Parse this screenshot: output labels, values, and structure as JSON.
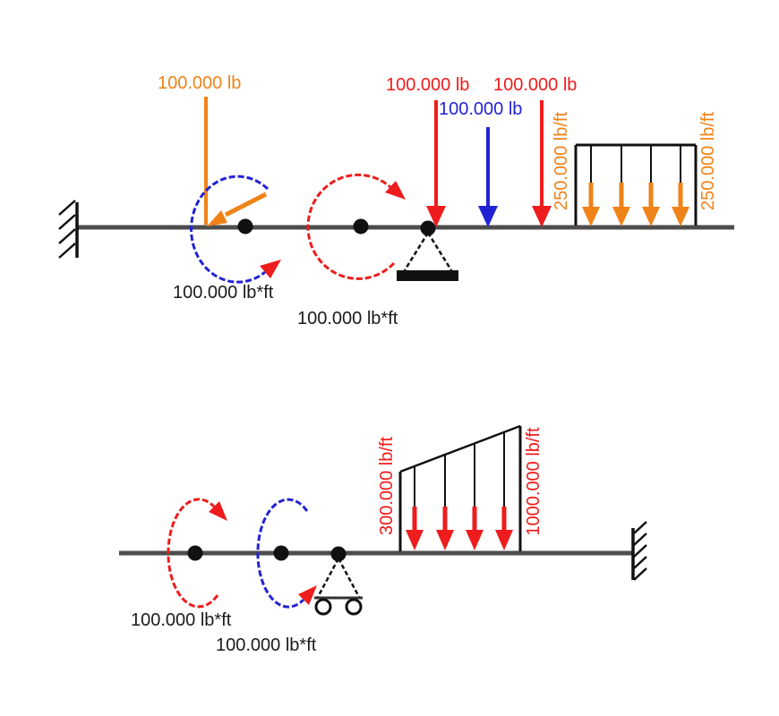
{
  "colors": {
    "orange": "#ef8318",
    "red": "#ee1c1c",
    "blue": "#2222d5",
    "beam_gray": "#4d4d4d",
    "text_black": "#1a1a1a"
  },
  "top_diagram": {
    "supports": {
      "left": "fixed-wall",
      "middle": "pin"
    },
    "force_orange": {
      "label": "100.000 lb"
    },
    "moment_blue": {
      "label": "100.000 lb*ft",
      "direction": "counterclockwise"
    },
    "moment_red": {
      "label": "100.000 lb*ft",
      "direction": "clockwise"
    },
    "force_red_1": {
      "label": "100.000 lb"
    },
    "force_blue": {
      "label": "100.000 lb"
    },
    "force_red_2": {
      "label": "100.000 lb"
    },
    "distributed_load": {
      "label_left": "250.000 lb/ft",
      "label_right": "250.000 lb/ft",
      "shape": "uniform"
    }
  },
  "bottom_diagram": {
    "supports": {
      "middle": "roller",
      "right": "fixed-wall"
    },
    "moment_red": {
      "label": "100.000 lb*ft",
      "direction": "clockwise"
    },
    "moment_blue": {
      "label": "100.000 lb*ft",
      "direction": "counterclockwise"
    },
    "distributed_load": {
      "label_left": "300.000 lb/ft",
      "label_right": "1000.000 lb/ft",
      "shape": "trapezoidal"
    }
  }
}
